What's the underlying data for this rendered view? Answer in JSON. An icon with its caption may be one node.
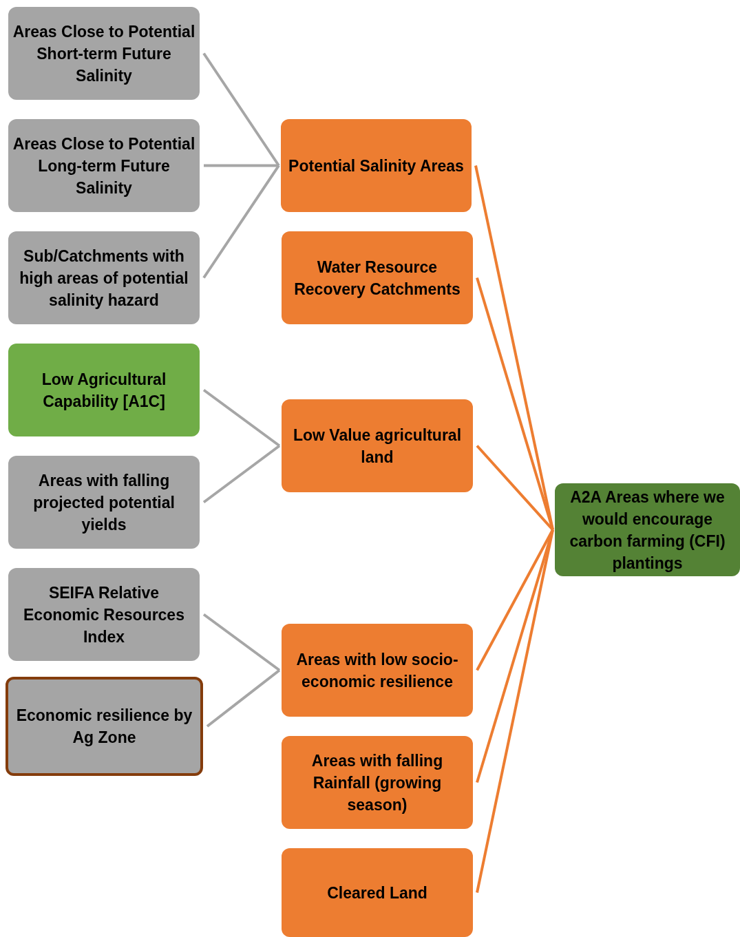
{
  "diagram": {
    "nodes": [
      {
        "text": [
          "Areas Close to Potential Short-term Future Salinity"
        ]
      },
      {
        "text": [
          "Areas Close to Potential Long-term Future Salinity"
        ]
      },
      {
        "text": [
          "Sub/Catchments with high areas of potential salinity hazard"
        ]
      },
      {
        "text": [
          "Low Agricultural Capability [A1C]"
        ]
      },
      {
        "text": [
          "Areas with falling projected potential yields"
        ]
      },
      {
        "text": [
          "SEIFA Relative Economic Resources Index"
        ]
      },
      {
        "text": [
          "Economic resilience by Ag Zone"
        ]
      },
      {
        "text": [
          "Potential Salinity Areas"
        ]
      },
      {
        "text": [
          "Water Resource Recovery Catchments"
        ]
      },
      {
        "text": [
          "Low Value agricultural land"
        ]
      },
      {
        "text": [
          "Areas with low socio-economic resilience"
        ]
      },
      {
        "text": [
          "Areas with falling Rainfall (growing season)"
        ]
      },
      {
        "text": [
          "Cleared Land"
        ]
      },
      {
        "text": [
          "A2A Areas where we would encourage carbon farming (CFI) plantings"
        ]
      }
    ],
    "edges": [
      {
        "from": 0,
        "to": 7,
        "arrow": "none"
      },
      {
        "from": 1,
        "to": 7,
        "arrow": "none"
      },
      {
        "from": 2,
        "to": 7,
        "arrow": "none"
      },
      {
        "from": 3,
        "to": 9,
        "arrow": "none"
      },
      {
        "from": 4,
        "to": 9,
        "arrow": "none"
      },
      {
        "from": 5,
        "to": 10,
        "arrow": "none"
      },
      {
        "from": 6,
        "to": 10,
        "arrow": "none"
      },
      {
        "from": 7,
        "to": 13,
        "arrow": "none",
        "color": "#ed7d31"
      },
      {
        "from": 8,
        "to": 13,
        "arrow": "none",
        "color": "#ed7d31"
      },
      {
        "from": 9,
        "to": 13,
        "arrow": "none",
        "color": "#ed7d31"
      },
      {
        "from": 10,
        "to": 13,
        "arrow": "none",
        "color": "#ed7d31"
      },
      {
        "from": 11,
        "to": 13,
        "arrow": "none",
        "color": "#ed7d31"
      },
      {
        "from": 12,
        "to": 13,
        "arrow": "none",
        "color": "#ed7d31"
      }
    ]
  }
}
